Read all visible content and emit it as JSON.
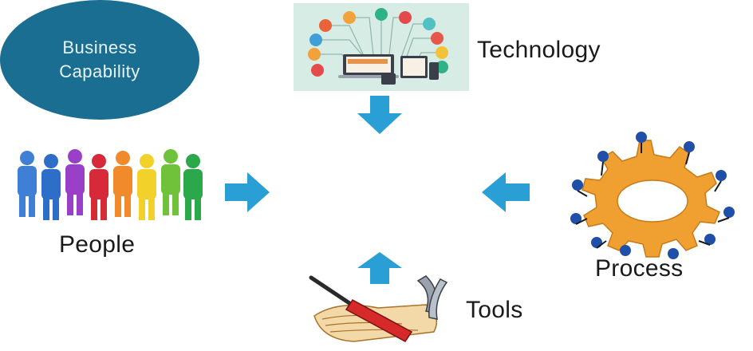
{
  "center": {
    "line1": "Business",
    "line2": "Capability"
  },
  "nodes": {
    "technology": "Technology",
    "people": "People",
    "process": "Process",
    "tools": "Tools"
  },
  "colors": {
    "center": "#1a6e92",
    "arrow": "#2a9fd6",
    "gear": "#f0a030",
    "figure": "#1f4fa8"
  },
  "icons": {
    "technology": "technology-devices-illustration",
    "people": "people-group-illustration",
    "process": "gear-with-figures-illustration",
    "tools": "tools-illustration"
  }
}
